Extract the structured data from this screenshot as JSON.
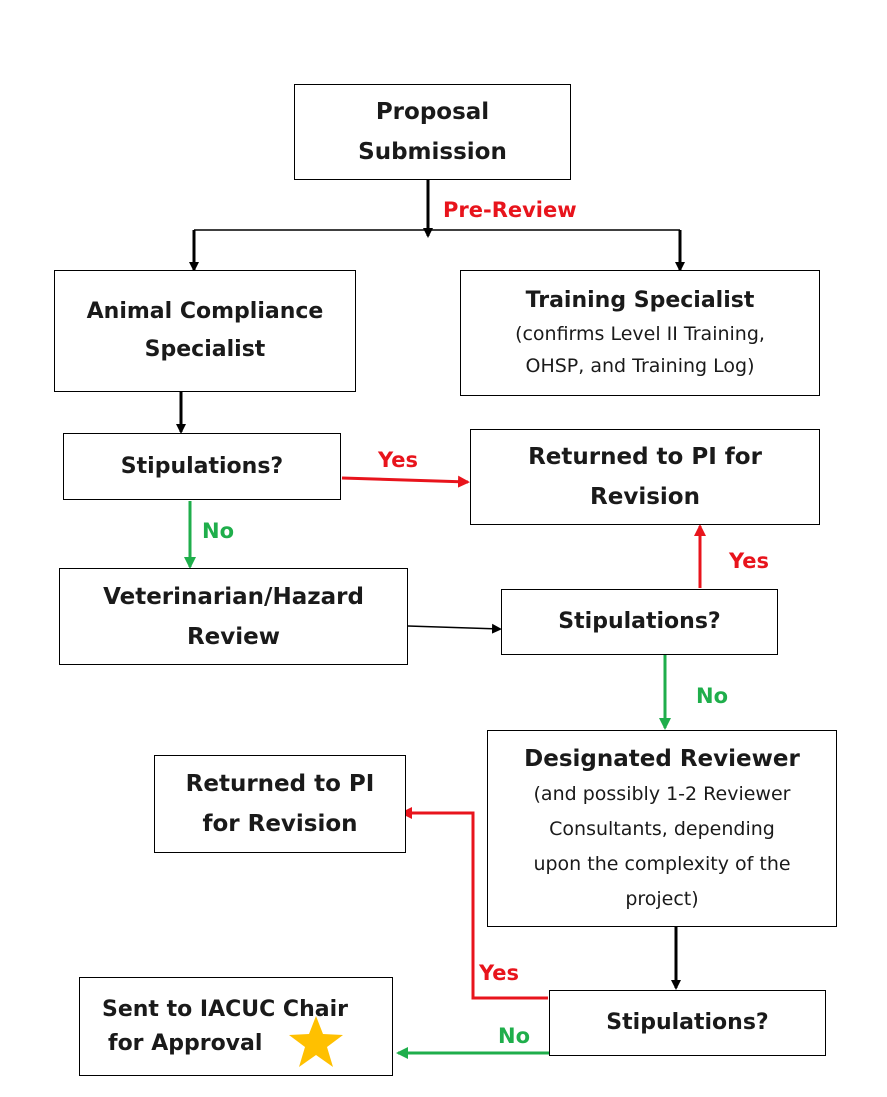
{
  "colors": {
    "yes": "#e8141c",
    "no": "#1fae4b",
    "line": "#000000",
    "star": "#ffc000"
  },
  "nodes": {
    "proposal": {
      "line1": "Proposal",
      "line2": "Submission"
    },
    "animal": {
      "line1": "Animal Compliance",
      "line2": "Specialist"
    },
    "training": {
      "title": "Training Specialist",
      "sub1": "(confirms Level II Training,",
      "sub2": "OHSP, and Training Log)"
    },
    "stip1": {
      "text": "Stipulations?"
    },
    "returned1": {
      "line1": "Returned to PI for",
      "line2": "Revision"
    },
    "vet": {
      "line1": "Veterinarian/Hazard",
      "line2": "Review"
    },
    "stip2": {
      "text": "Stipulations?"
    },
    "designated": {
      "title": "Designated Reviewer",
      "sub1": "(and possibly 1-2 Reviewer",
      "sub2": "Consultants, depending",
      "sub3": "upon the complexity of the",
      "sub4": "project)"
    },
    "returned2": {
      "line1": "Returned to PI",
      "line2": "for Revision"
    },
    "stip3": {
      "text": "Stipulations?"
    },
    "chair": {
      "line1": "Sent to IACUC Chair",
      "line2": "for Approval",
      "icon": "star-icon"
    }
  },
  "edge_labels": {
    "prereview": "Pre-Review",
    "yes1": "Yes",
    "no1": "No",
    "yes2": "Yes",
    "no2": "No",
    "yes3": "Yes",
    "no3": "No"
  }
}
